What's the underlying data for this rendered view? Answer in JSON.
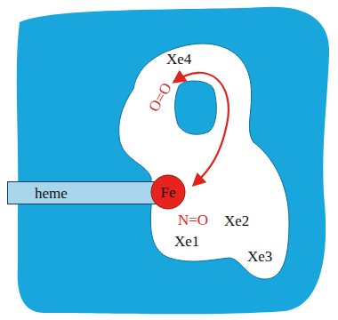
{
  "diagram": {
    "nodes": [
      {
        "text": [
          "heme"
        ]
      },
      {
        "text": [
          "Fe"
        ],
        "in": 0
      }
    ],
    "labels": [
      "Xe4",
      "O=O",
      "N=O",
      "Xe2",
      "Xe1",
      "Xe3"
    ]
  }
}
